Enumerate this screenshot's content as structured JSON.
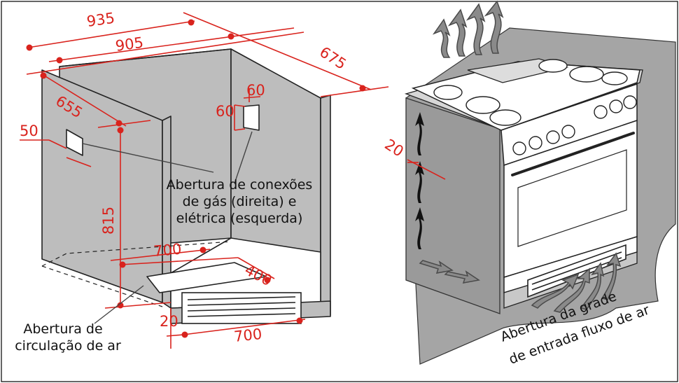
{
  "dimensions": {
    "width_outer": "935",
    "width_inner": "905",
    "depth_right": "675",
    "depth_left": "655",
    "left_offset": "50",
    "gas_opening_w": "60",
    "gas_opening_h": "60",
    "height": "815",
    "bottom_width": "700",
    "bottom_depth": "400",
    "plinth_height": "20",
    "plinth_width": "700",
    "side_gap": "20"
  },
  "labels": {
    "connections_line1": "Abertura de conexões",
    "connections_line2": "de gás (direita) e",
    "connections_line3": "elétrica (esquerda)",
    "circulation_line1": "Abertura de",
    "circulation_line2": "circulação de ar",
    "grill_line1": "Abertura da grade",
    "grill_line2": "de entrada fluxo de ar"
  },
  "colors": {
    "dimension": "#d9231d",
    "wall": "#bdbdbd",
    "smoke": "#8a8a8a"
  }
}
